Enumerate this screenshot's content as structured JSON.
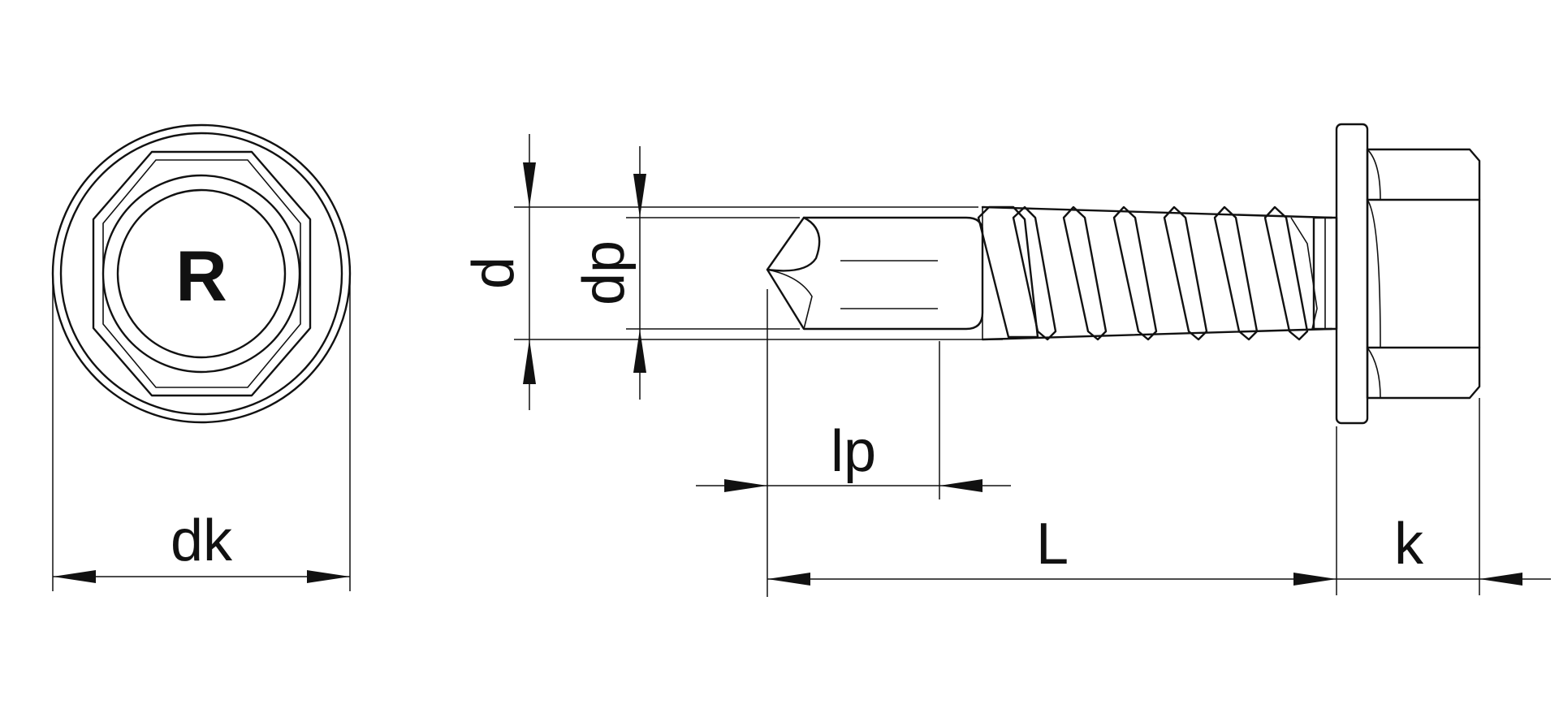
{
  "drawing": {
    "head_marking": "R",
    "labels": {
      "head_diameter": "dk",
      "thread_diameter": "d",
      "drill_point_diameter": "dp",
      "drill_point_length": "lp",
      "length": "L",
      "head_height": "k"
    }
  }
}
